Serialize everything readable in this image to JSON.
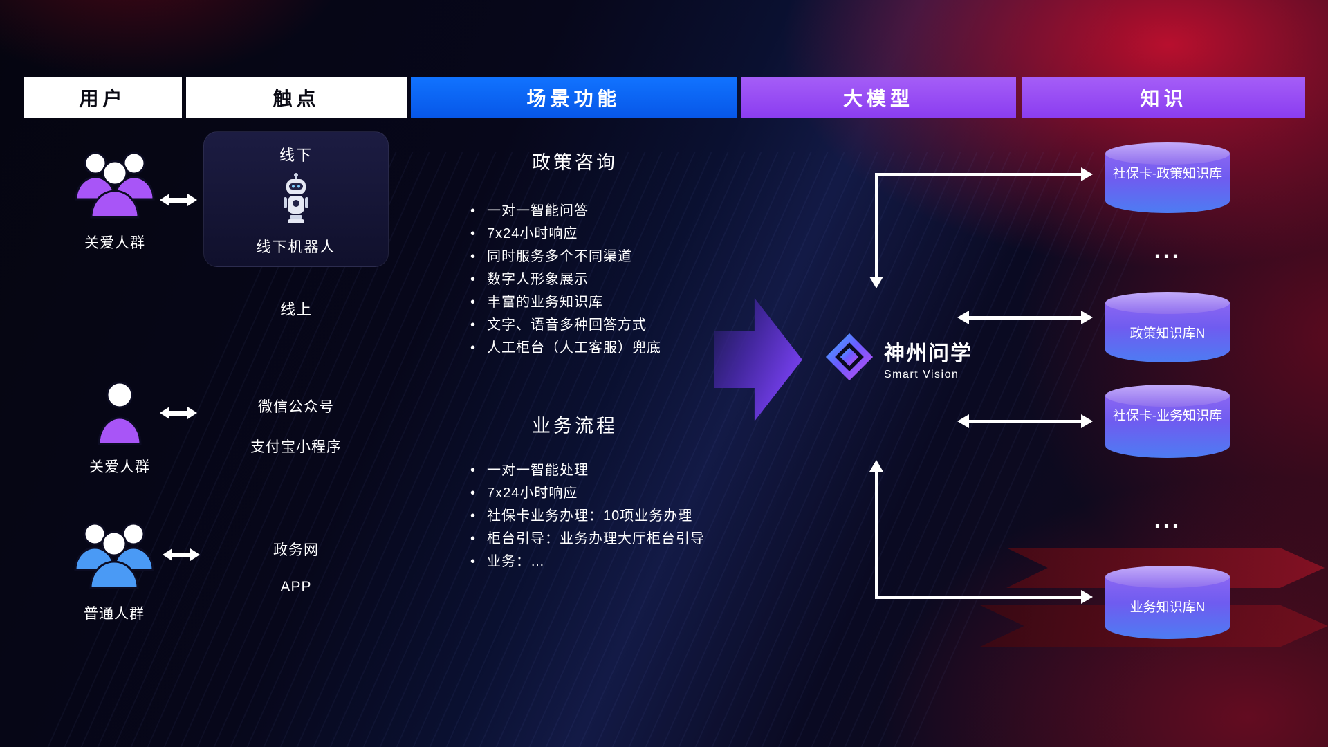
{
  "header": {
    "columns": [
      {
        "label": "用户"
      },
      {
        "label": "触点"
      },
      {
        "label": "场景功能"
      },
      {
        "label": "大模型"
      },
      {
        "label": "知识"
      }
    ]
  },
  "users": [
    {
      "label": "关爱人群",
      "icon": "group-purple"
    },
    {
      "label": "关爱人群",
      "icon": "person-purple"
    },
    {
      "label": "普通人群",
      "icon": "group-blue"
    }
  ],
  "touch": {
    "offline_title": "线下",
    "robot_label": "线下机器人",
    "online_title": "线上",
    "online_items": [
      "微信公众号",
      "支付宝小程序"
    ],
    "portal_items": [
      "政务网",
      "APP"
    ]
  },
  "scenes": [
    {
      "title": "政策咨询",
      "items": [
        "一对一智能问答",
        "7x24小时响应",
        "同时服务多个不同渠道",
        "数字人形象展示",
        "丰富的业务知识库",
        "文字、语音多种回答方式",
        "人工柜台（人工客服）兜底"
      ]
    },
    {
      "title": "业务流程",
      "items": [
        "一对一智能处理",
        "7x24小时响应",
        "社保卡业务办理：10项业务办理",
        "柜台引导：业务办理大厅柜台引导",
        "业务：…"
      ]
    }
  ],
  "model": {
    "name": "神州问学",
    "subtitle": "Smart Vision"
  },
  "knowledge": {
    "databases": [
      {
        "label": "社保卡-政策知识库"
      },
      {
        "label": "政策知识库N"
      },
      {
        "label": "社保卡-业务知识库"
      },
      {
        "label": "业务知识库N"
      }
    ],
    "more_indicator": "..."
  },
  "colors": {
    "header_blue": "#0a6cf5",
    "header_purple": "#9a4df2",
    "user_purple": "#a855f7",
    "user_blue": "#4a9af5",
    "db_top": "#c3abfa",
    "db_bottom": "#4d7cf2",
    "connector_white": "#ffffff",
    "flow_arrow_purple": "#6d3be0"
  }
}
